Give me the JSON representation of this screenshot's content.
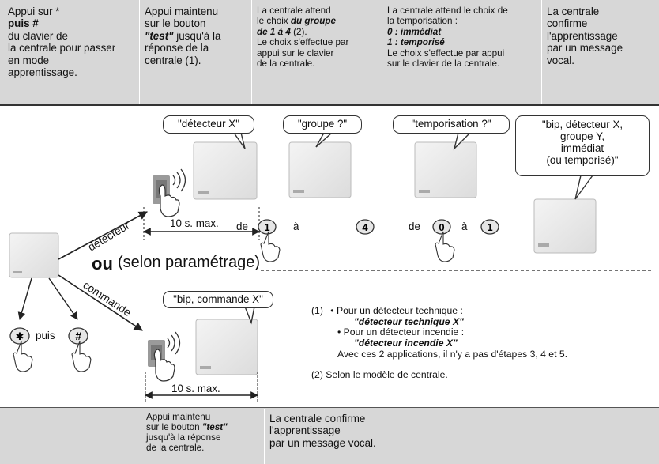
{
  "header": {
    "col1": [
      "Appui sur *",
      "puis #",
      "du clavier de",
      "la centrale pour passer",
      "en mode",
      "apprentissage."
    ],
    "col2": [
      "Appui maintenu",
      "sur le bouton",
      "\"test\"",
      " jusqu'à la",
      "réponse de la",
      "centrale (1)."
    ],
    "col3": [
      "La centrale attend",
      "le choix ",
      "du groupe",
      "de 1 à 4",
      " (2).",
      "Le choix s'effectue par",
      "appui sur le clavier",
      "de la centrale."
    ],
    "col4": [
      "La centrale attend le choix de",
      "la temporisation :",
      "0 : immédiat",
      "1 : temporisé",
      "Le choix s'effectue par appui",
      "sur le clavier de la centrale."
    ],
    "col5": [
      "La centrale",
      "confirme",
      "l'apprentissage",
      "par un message",
      "vocal."
    ]
  },
  "bubbles": {
    "detecteur": "\"détecteur X\"",
    "groupe": "\"groupe ?\"",
    "temporisation": "\"temporisation ?\"",
    "confirm": [
      "\"bip, détecteur X,",
      "groupe Y,",
      "immédiat",
      "(ou temporisé)\""
    ],
    "commande": "\"bip, commande X\""
  },
  "diagram": {
    "max_top": "10 s. max.",
    "max_bottom": "10 s. max.",
    "branch_top": "détecteur",
    "branch_bottom": "commande",
    "ou": "ou",
    "selon": "(selon paramétrage)",
    "de1": "de",
    "a1": "à",
    "de2": "de",
    "a2": "à",
    "key_1": "1",
    "key_4": "4",
    "key_0": "0",
    "key_1b": "1",
    "key_star": "✱",
    "key_hash": "#",
    "puis": "puis"
  },
  "notes": {
    "n1_num": "(1)",
    "n1_a": "• Pour un détecteur technique :",
    "n1_a_val": "\"détecteur technique X\"",
    "n1_b": "• Pour un détecteur incendie :",
    "n1_b_val": "\"détecteur incendie X\"",
    "n1_c": "Avec ces 2 applications, il n'y a pas d'étapes 3, 4 et 5.",
    "n2": "(2) Selon le modèle de centrale."
  },
  "footer": {
    "col2": [
      "Appui maintenu",
      "sur le bouton ",
      "\"test\"",
      "jusqu'à la réponse",
      "de la centrale."
    ],
    "col3": [
      "La centrale confirme",
      "l'apprentissage",
      "par un message vocal."
    ]
  }
}
